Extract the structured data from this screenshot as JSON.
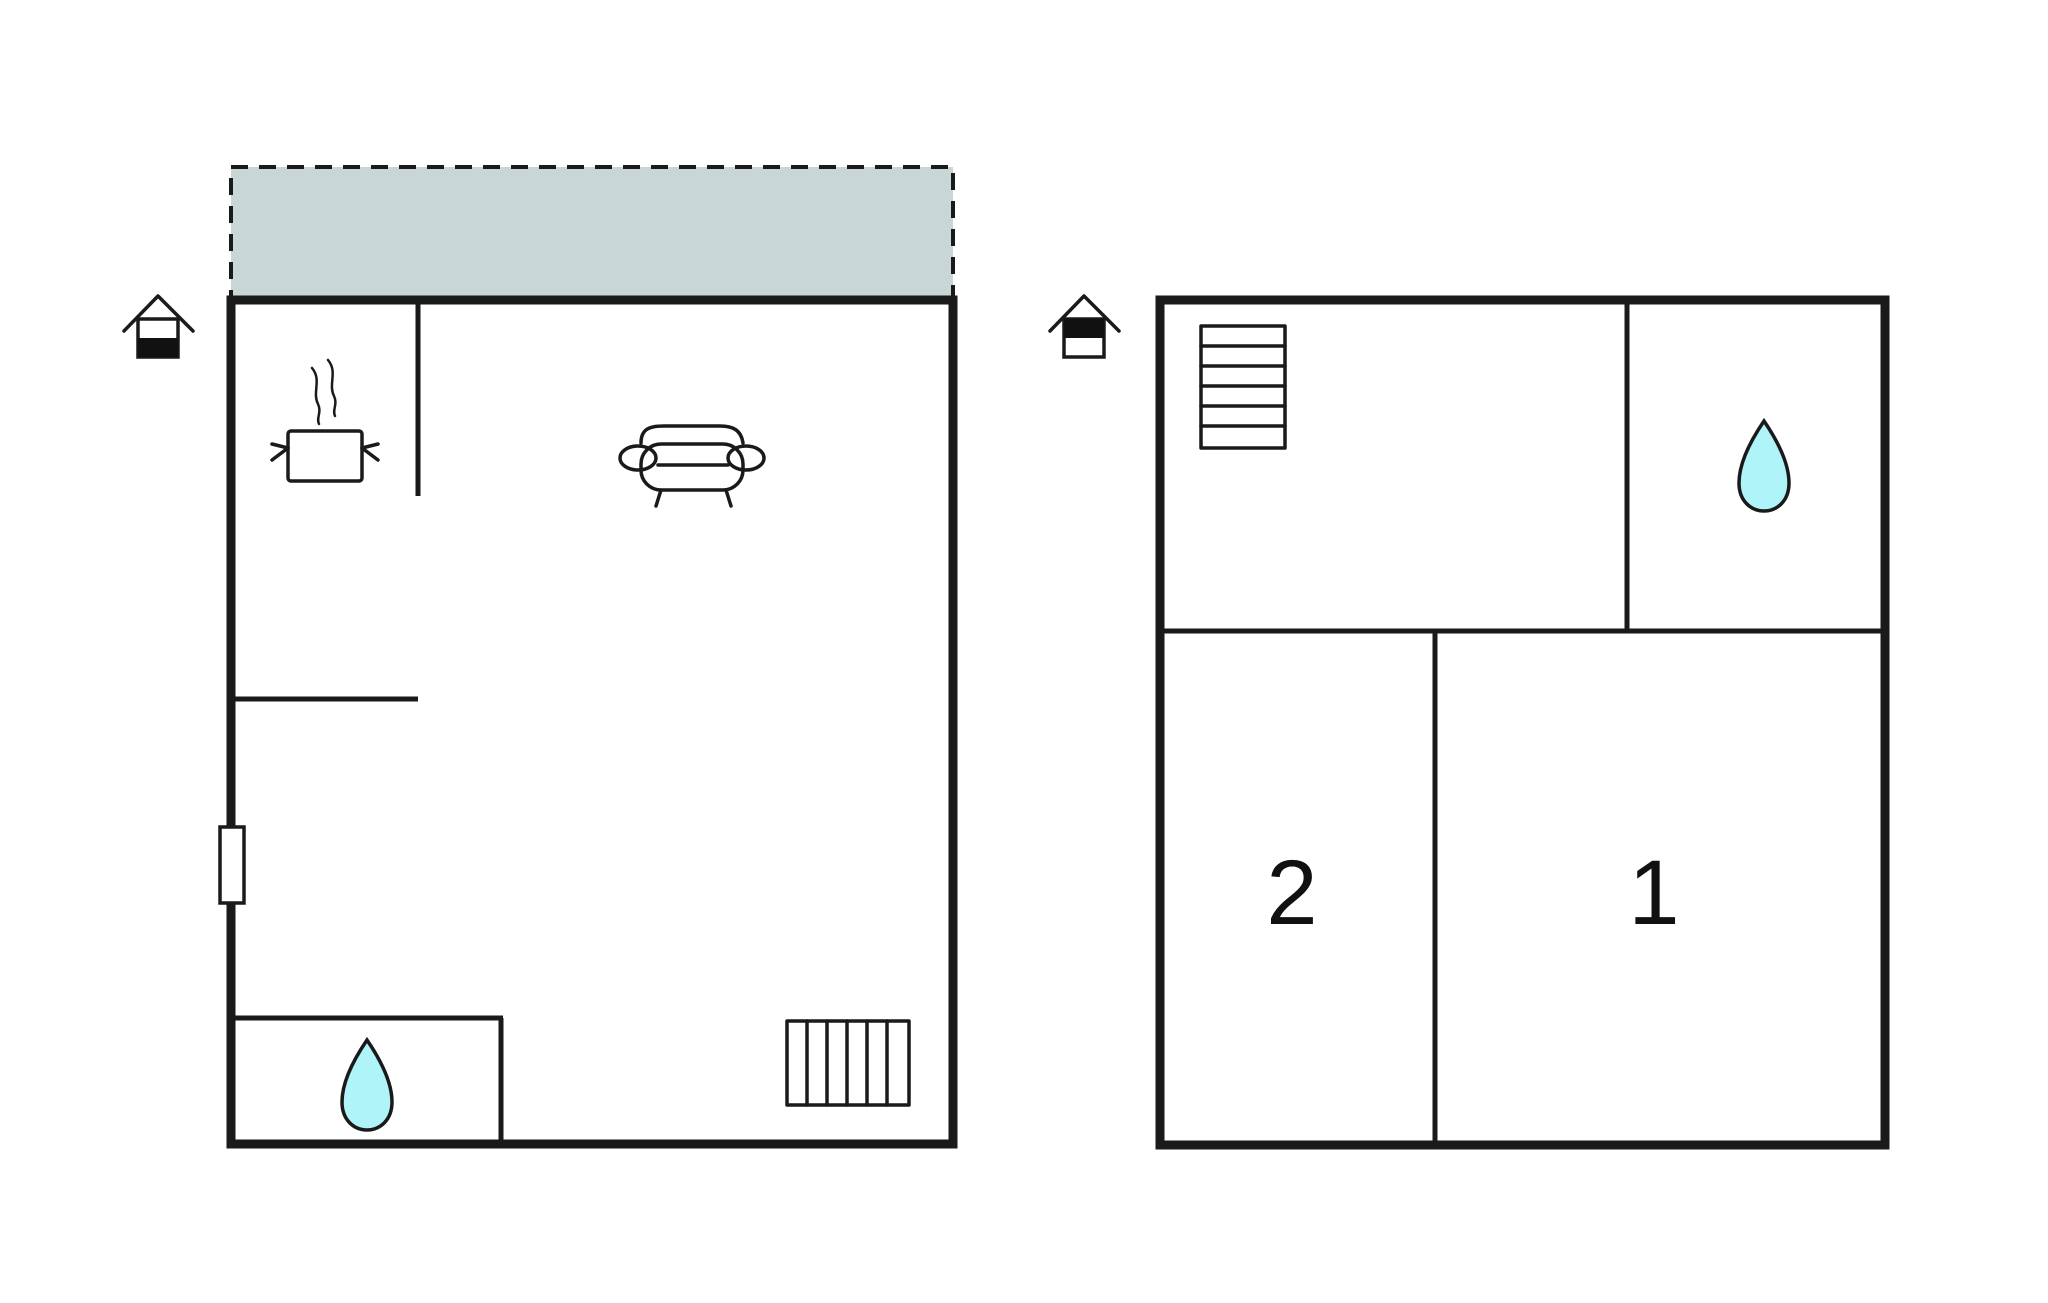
{
  "colors": {
    "wall": "#1a1a1a",
    "terrace": "#c8d6d6",
    "water": "#aef4f8",
    "background": "#ffffff"
  },
  "floors": [
    {
      "floor_icon": "house-ground-floor-icon",
      "rooms": [
        "kitchen",
        "living-room",
        "bathroom"
      ],
      "icons": [
        "cooking-pot-icon",
        "sofa-icon",
        "water-drop-icon",
        "radiator-icon",
        "door-icon"
      ],
      "terrace": true
    },
    {
      "floor_icon": "house-upper-floor-icon",
      "rooms": [
        "stair-hall",
        "bathroom",
        "bedroom-2",
        "bedroom-1"
      ],
      "icons": [
        "stairs-icon",
        "water-drop-icon"
      ],
      "bedroom_labels": [
        "2",
        "1"
      ]
    }
  ]
}
